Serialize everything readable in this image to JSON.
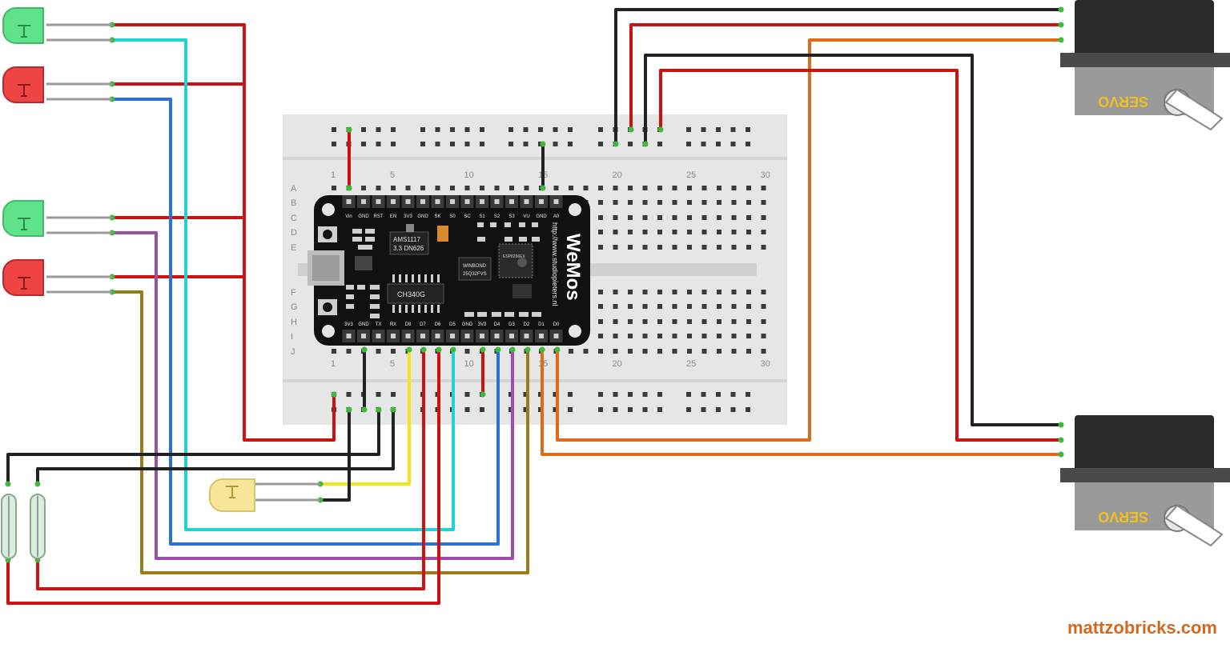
{
  "breadboard": {
    "columns_top": [
      "1",
      "5",
      "10",
      "15",
      "20",
      "25",
      "30"
    ],
    "columns_bottom": [
      "1",
      "5",
      "10",
      "15",
      "20",
      "25",
      "30"
    ],
    "rows": [
      "A",
      "B",
      "C",
      "D",
      "E",
      "F",
      "G",
      "H",
      "I",
      "J"
    ]
  },
  "board": {
    "brand": "WeMos",
    "url": "http://www.studiopieters.nl",
    "regulator_line1": "AMS1117",
    "regulator_line2": "3.3 DN626",
    "usb_chip": "CH340G",
    "flash_line1": "WINBOND",
    "flash_line2": "25Q32FVS",
    "mcu": "ESP8266EX",
    "top_pins": [
      "Vin",
      "GND",
      "RST",
      "EN",
      "3V3",
      "GND",
      "SK",
      "S0",
      "SC",
      "S1",
      "S2",
      "S3",
      "VU",
      "GND",
      "A0"
    ],
    "bottom_pins": [
      "3V3",
      "GND",
      "TX",
      "RX",
      "D8",
      "D7",
      "D6",
      "D5",
      "GND",
      "3V3",
      "D4",
      "D3",
      "D2",
      "D1",
      "D0"
    ]
  },
  "servo_label": "SERVO",
  "credit": "mattzobricks.com",
  "colors": {
    "red_wire": "#cc1111",
    "black_wire": "#222222",
    "cyan_wire": "#22d3d3",
    "blue_wire": "#2b72d2",
    "purple_wire": "#9b4fa8",
    "brown_wire": "#9a7b1a",
    "yellow_wire": "#f2e51a",
    "orange_wire": "#e06a1a",
    "led_green": "#5fe28a",
    "led_red": "#ee4444",
    "led_yellow": "#f7e69a"
  }
}
